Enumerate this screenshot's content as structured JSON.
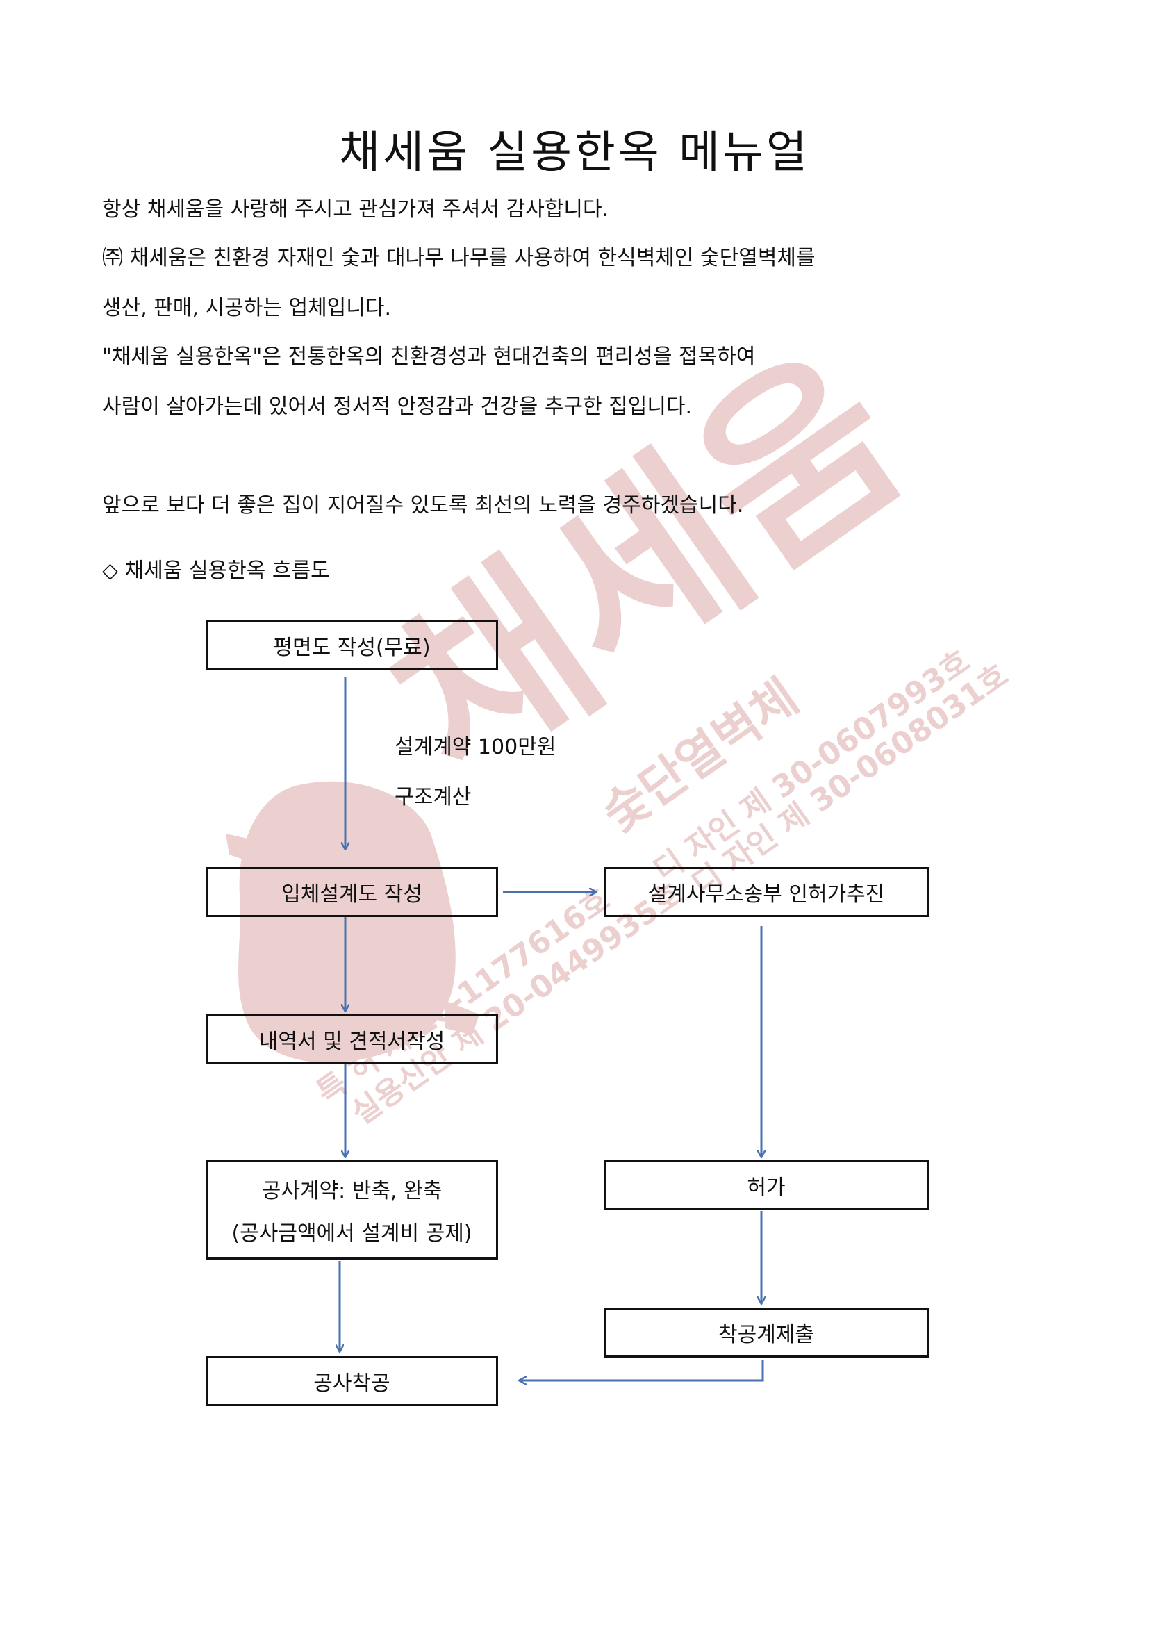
{
  "document": {
    "title": "채세움 실용한옥 메뉴얼",
    "paragraphs": [
      "항상 채세움을 사랑해 주시고 관심가져 주셔서 감사합니다.",
      "㈜ 채세움은 친환경 자재인 숯과 대나무 나무를 사용하여 한식벽체인 숯단열벽체를",
      "생산, 판매, 시공하는 업체입니다.",
      "\"채세움 실용한옥\"은  전통한옥의 친환경성과 현대건축의 편리성을 접목하여",
      "사람이 살아가는데 있어서 정서적 안정감과 건강을 추구한 집입니다.",
      "앞으로 보다 더 좋은 집이 지어질수 있도록 최선의 노력을 경주하겠습니다."
    ],
    "section_heading": "◇ 채세움 실용한옥 흐름도"
  },
  "flowchart": {
    "plan": "평면도 작성(무료)",
    "note_contract": "설계계약 100만원",
    "note_structure": "구조계산",
    "design3d": "입체설계도 작성",
    "office": "설계사무소송부 인허가추진",
    "estimate": "내역서 및 견적서작성",
    "contract_line1": "공사계약: 반축, 완축",
    "contract_line2": "(공사금액에서 설계비 공제)",
    "permit": "허가",
    "report": "착공계제출",
    "start": "공사착공"
  },
  "watermark": {
    "brand": "채세움",
    "product": "숯단열벽체",
    "design1": "디 자인 제 30-0607993호",
    "design2": "디 자인 제 30-0608031호",
    "patent": "특 허 제 10-1177616호",
    "utility": "실용신안 제 20-0449935호",
    "color": "#d9a0a0"
  },
  "colors": {
    "arrow": "#4a72b0",
    "border": "#111111"
  }
}
